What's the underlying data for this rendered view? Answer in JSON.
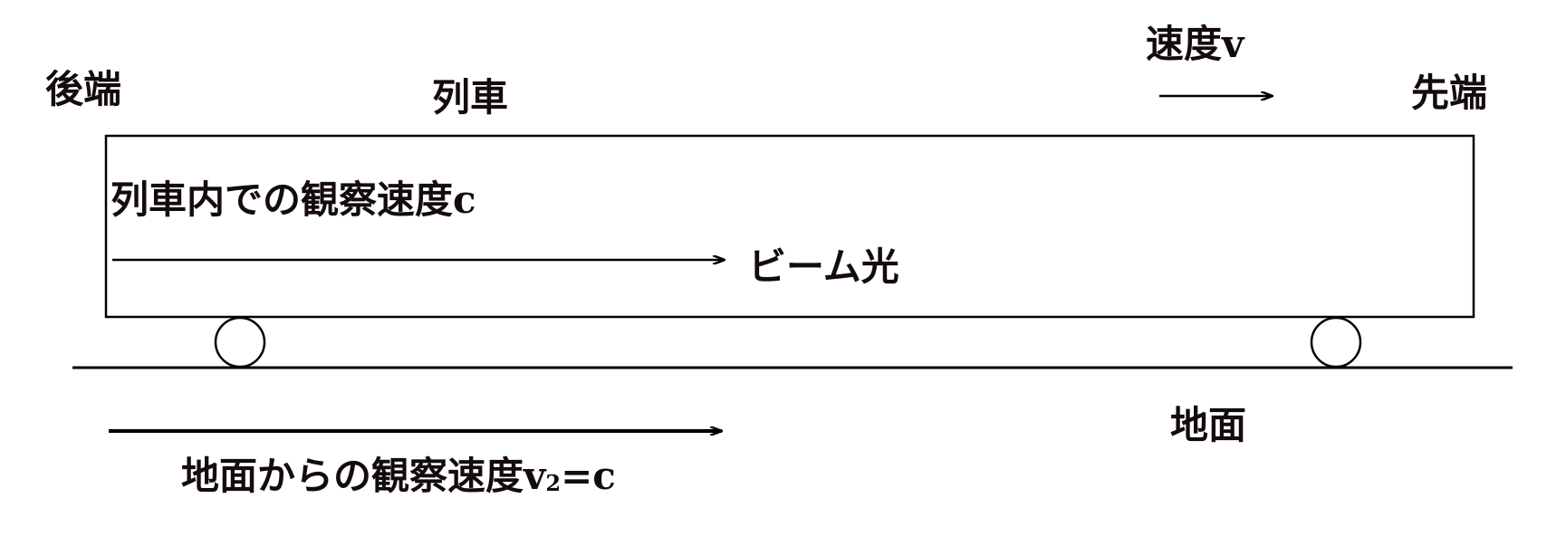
{
  "labels": {
    "rear_end": "後端",
    "train": "列車",
    "speed_v": "速度v",
    "front_end": "先端",
    "observed_in_train": "列車内での観察速度c",
    "beam_light": "ビーム光",
    "ground": "地面",
    "observed_from_ground_prefix": "地面からの観察速度v",
    "observed_from_ground_sub": "2",
    "observed_from_ground_suffix": "=c"
  },
  "colors": {
    "stroke": "#000000",
    "text": "#140c0c",
    "background": "#ffffff"
  }
}
